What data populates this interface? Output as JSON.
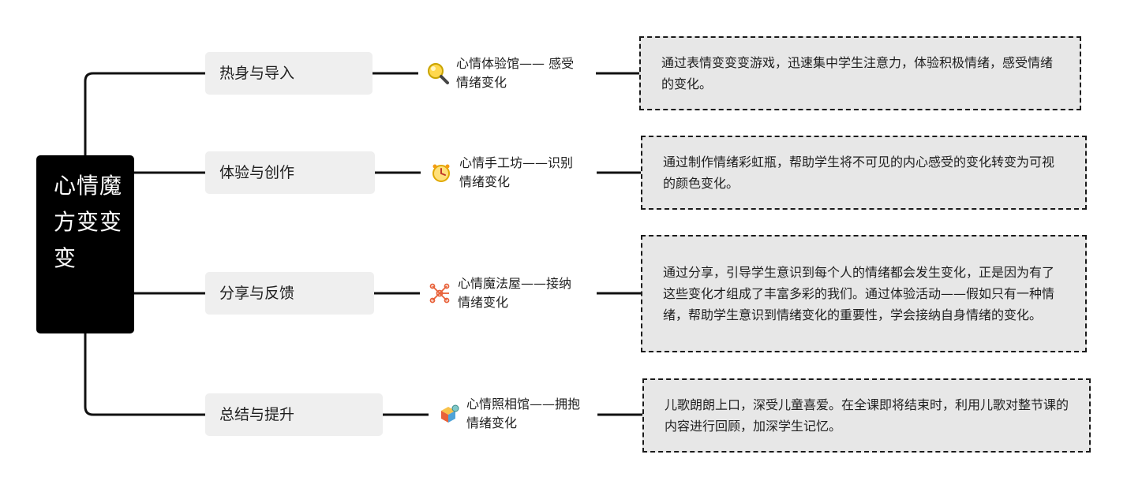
{
  "root": {
    "title": "心情魔方变变变"
  },
  "branches": [
    {
      "label": "热身与导入",
      "activity": "心情体验馆—— 感受情绪变化",
      "icon": "magnifier-icon",
      "description": "通过表情变变变游戏，迅速集中学生注意力，体验积极情绪，感受情绪的变化。"
    },
    {
      "label": "体验与创作",
      "activity": "心情手工坊——识别情绪变化",
      "icon": "clock-icon",
      "description": "通过制作情绪彩虹瓶，帮助学生将不可见的内心感受的变化转变为可视的颜色变化。"
    },
    {
      "label": "分享与反馈",
      "activity": "心情魔法屋——接纳情绪变化",
      "icon": "network-icon",
      "description": "通过分享，引导学生意识到每个人的情绪都会发生变化，正是因为有了这些变化才组成了丰富多彩的我们。通过体验活动——假如只有一种情绪，帮助学生意识到情绪变化的重要性，学会接纳自身情绪的变化。"
    },
    {
      "label": "总结与提升",
      "activity": "心情照相馆——拥抱情绪变化",
      "icon": "cube-icon",
      "description": "儿歌朗朗上口，深受儿童喜爱。在全课即将结束时，利用儿歌对整节课的内容进行回顾，加深学生记忆。"
    }
  ]
}
